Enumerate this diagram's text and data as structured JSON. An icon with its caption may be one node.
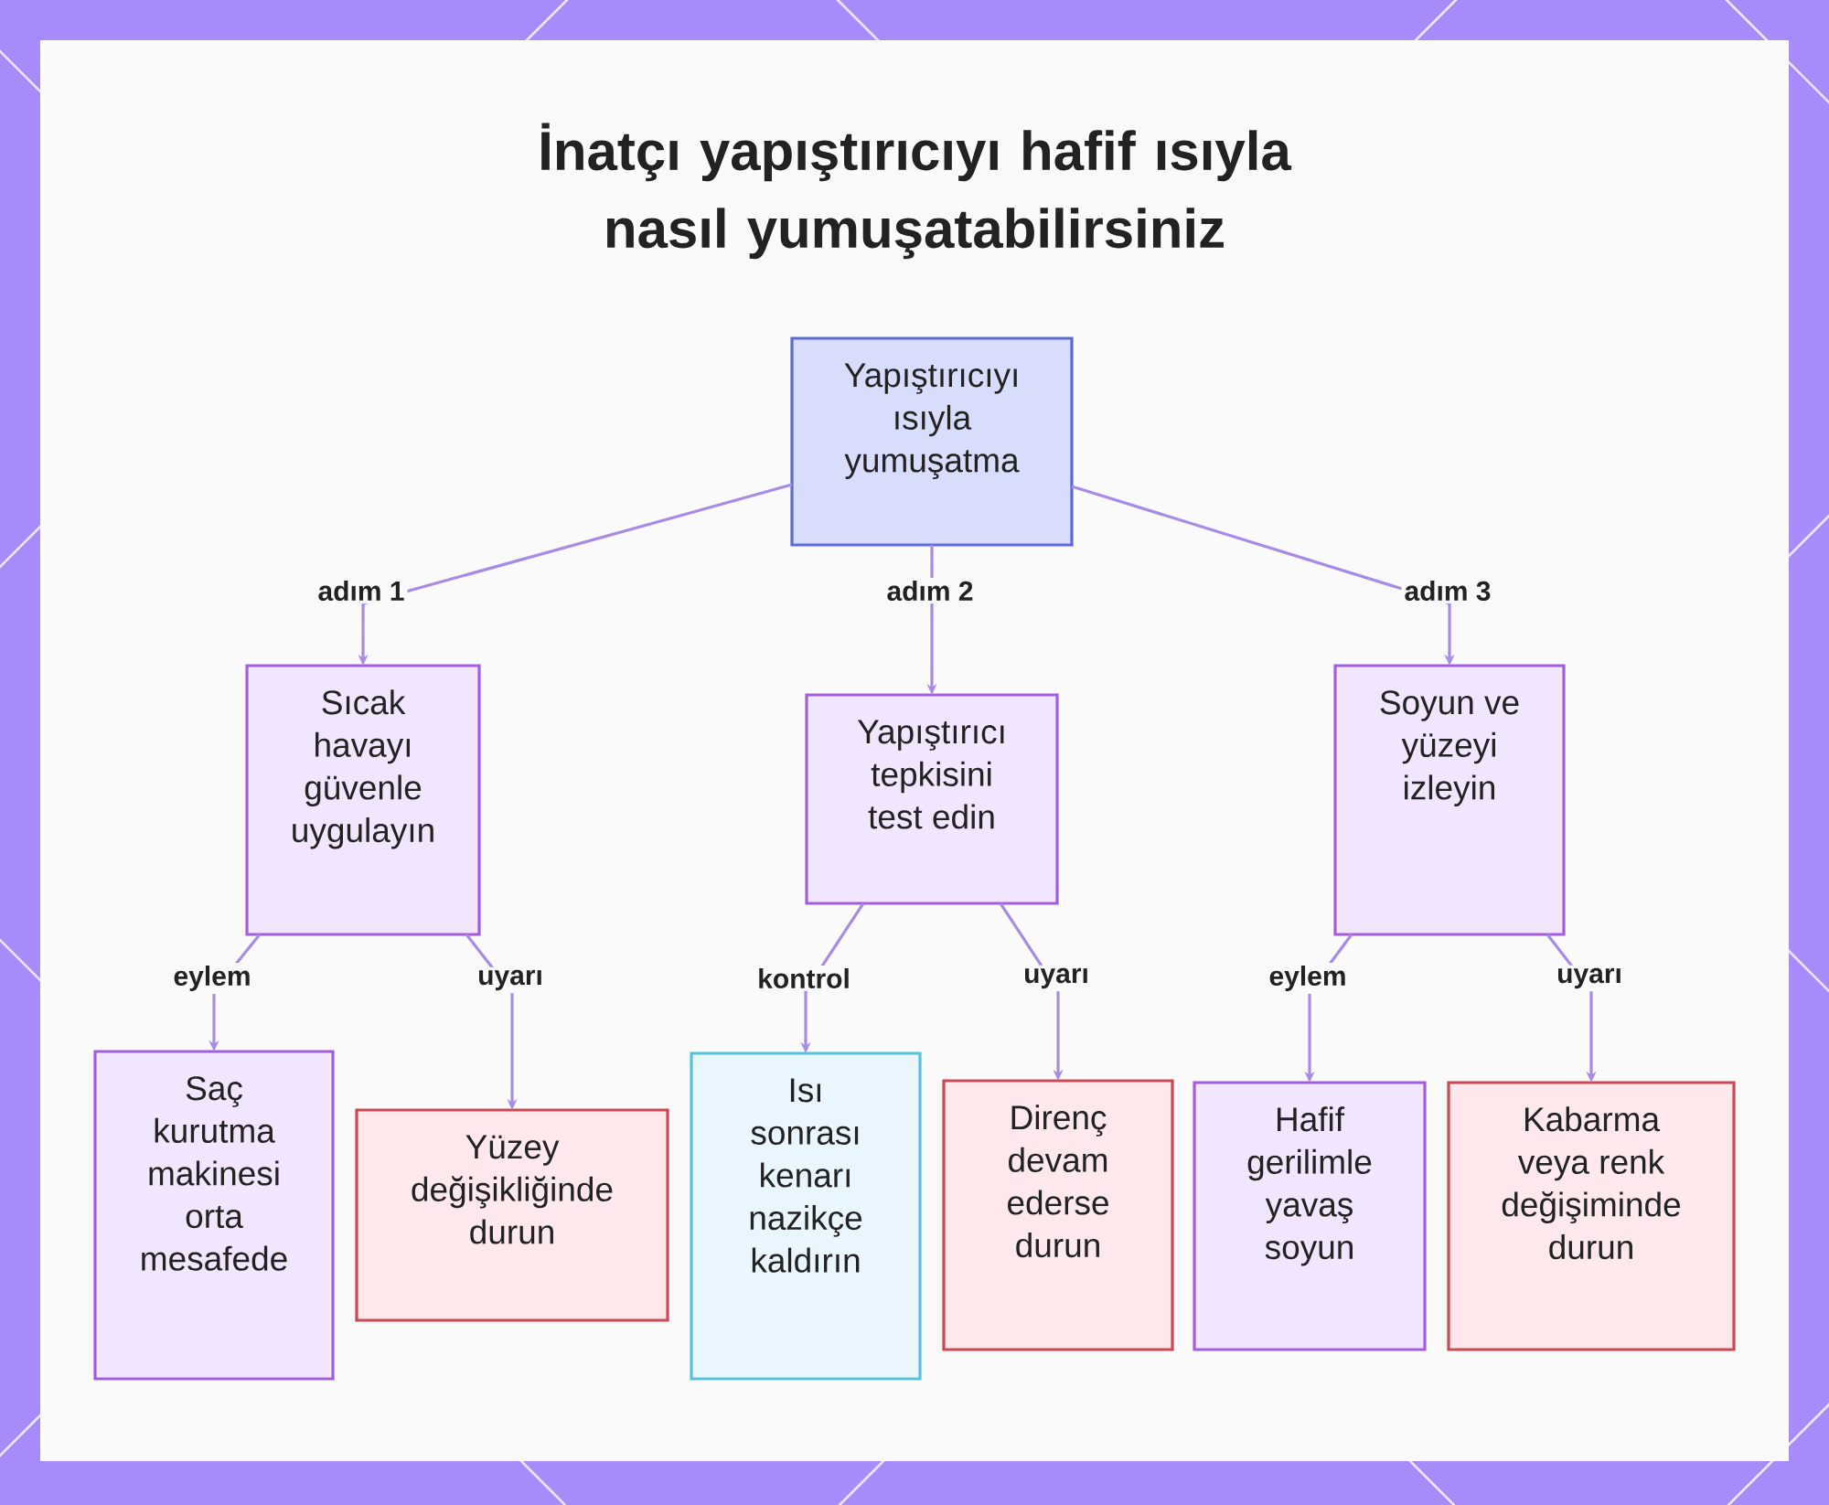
{
  "diagram": {
    "title": "İnatçı yapıştırıcıyı hafif ısıyla nasıl yumuşatabilirsiniz",
    "nodes": [
      {
        "text": [
          "Yapıştırıcıyı ısıyla yumuşatma"
        ]
      },
      {
        "text": [
          "Sıcak havayı güvenle uygulayın"
        ]
      },
      {
        "text": [
          "Yapıştırıcı tepkisini test edin"
        ]
      },
      {
        "text": [
          "Soyun ve yüzeyi izleyin"
        ]
      },
      {
        "text": [
          "Saç kurutma makinesi orta mesafede"
        ]
      },
      {
        "text": [
          "Yüzey değişikliğinde durun"
        ]
      },
      {
        "text": [
          "Isı sonrası kenarı nazikçe kaldırın"
        ]
      },
      {
        "text": [
          "Direnç devam ederse durun"
        ]
      },
      {
        "text": [
          "Hafif gerilimle yavaş soyun"
        ]
      },
      {
        "text": [
          "Kabarma veya renk değişiminde durun"
        ]
      }
    ],
    "edges": [
      {
        "from": 0,
        "to": 1,
        "arrow": "to",
        "label": "adım 1"
      },
      {
        "from": 0,
        "to": 2,
        "arrow": "to",
        "label": "adım 2"
      },
      {
        "from": 0,
        "to": 3,
        "arrow": "to",
        "label": "adım 3"
      },
      {
        "from": 1,
        "to": 4,
        "arrow": "to",
        "label": "eylem"
      },
      {
        "from": 1,
        "to": 5,
        "arrow": "to",
        "label": "uyarı"
      },
      {
        "from": 2,
        "to": 6,
        "arrow": "to",
        "label": "kontrol"
      },
      {
        "from": 2,
        "to": 7,
        "arrow": "to",
        "label": "uyarı"
      },
      {
        "from": 3,
        "to": 8,
        "arrow": "to",
        "label": "eylem"
      },
      {
        "from": 3,
        "to": 9,
        "arrow": "to",
        "label": "uyarı"
      }
    ]
  }
}
